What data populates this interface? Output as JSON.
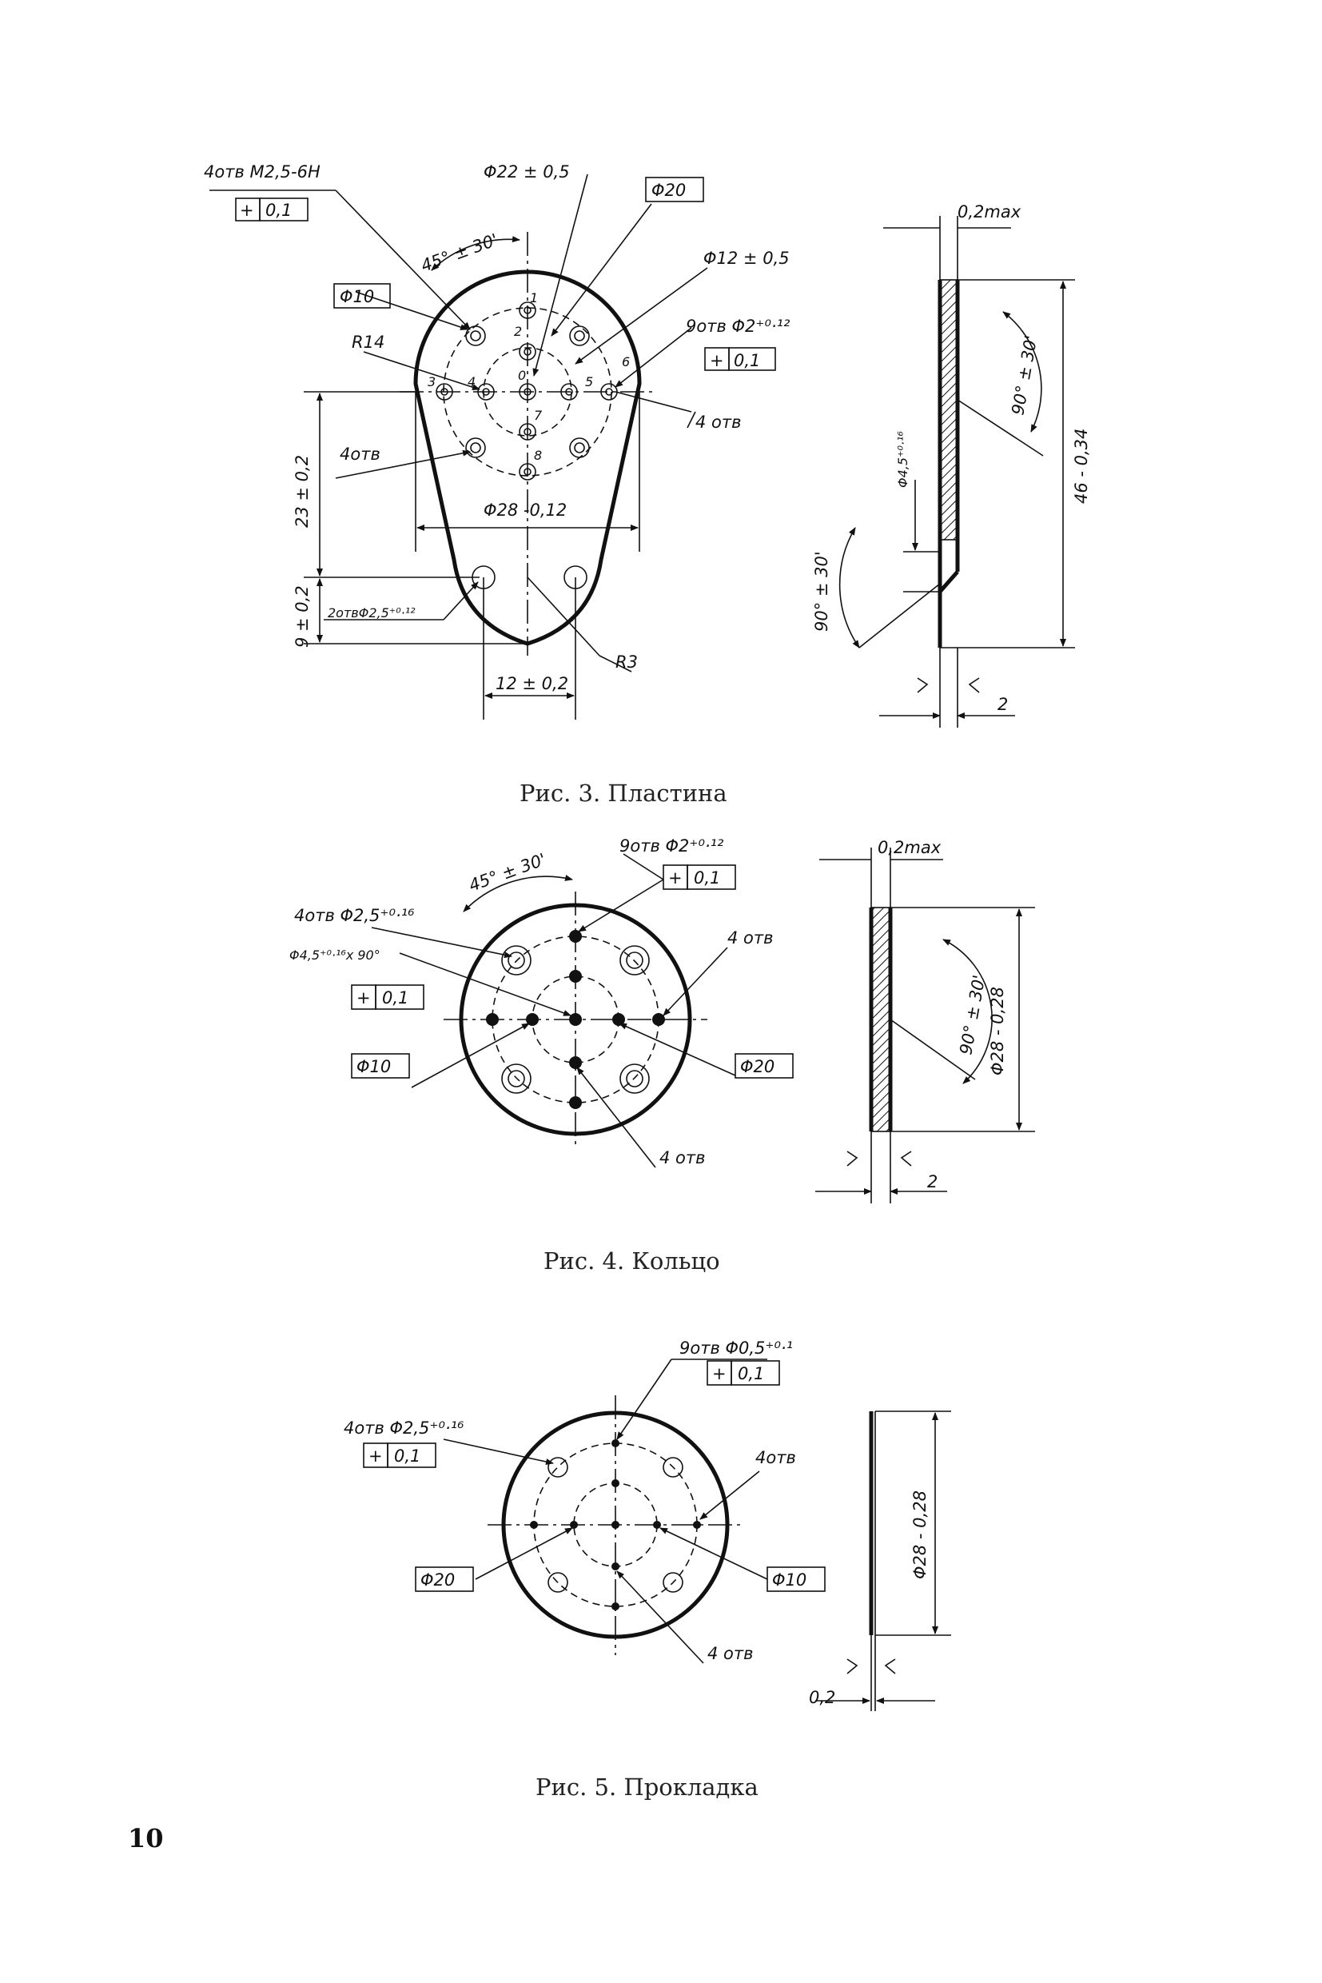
{
  "fig3": {
    "caption": "Рис. 3. Пластина",
    "labels": {
      "holes_m25": "4отв М2,5-6Н",
      "tol_01": "0,1",
      "d22": "Φ22 ± 0,5",
      "d20": "Φ20",
      "d10": "Φ10",
      "angle45": "45° ± 30'",
      "d12": "Φ12 ± 0,5",
      "holes9": "9отв Φ2⁺⁰·¹²",
      "r14": "R14",
      "holes4_right": "4 отв",
      "holes4_left": "4отв",
      "d28": "Φ28 -0,12",
      "dim23": "23 ± 0,2",
      "dim9": "9 ± 0,2",
      "holes2": "2отвΦ2,5⁺⁰·¹²",
      "r3": "R3",
      "dim12": "12 ± 0,2",
      "n1": "1",
      "n2": "2",
      "n3": "3",
      "n4": "4",
      "n5": "5",
      "n6": "6",
      "n7": "7",
      "n8": "8",
      "n0": "0",
      "side_02max": "0,2max",
      "side_angle": "90° ± 30'",
      "side_d45": "Φ4,5⁺⁰·¹⁶",
      "side_angle2": "90° ± 30'",
      "side_len": "46 - 0,34",
      "side_thk": "2"
    }
  },
  "fig4": {
    "caption": "Рис. 4. Кольцо",
    "labels": {
      "angle45": "45° ± 30'",
      "holes9": "9отв Φ2⁺⁰·¹²",
      "tol_01": "0,1",
      "holes4_d25": "4отв Φ2,5⁺⁰·¹⁶",
      "csk": "Φ4,5⁺⁰·¹⁶x 90°",
      "tol_01b": "0,1",
      "holes4_right": "4 отв",
      "d10": "Φ10",
      "d20": "Φ20",
      "holes4_bottom": "4 отв",
      "side_02max": "0,2max",
      "side_angle": "90° ± 30'",
      "side_d28": "Φ28 - 0,28",
      "side_thk": "2"
    }
  },
  "fig5": {
    "caption": "Рис. 5. Прокладка",
    "labels": {
      "holes9": "9отв Φ0,5⁺⁰·¹",
      "tol_01": "0,1",
      "holes4_d25": "4отв Φ2,5⁺⁰·¹⁶",
      "tol_01b": "0,1",
      "holes4_right": "4отв",
      "d20": "Φ20",
      "d10": "Φ10",
      "holes4_bottom": "4 отв",
      "side_d28": "Φ28 - 0,28",
      "side_thk": "0,2"
    }
  },
  "page_number": "10"
}
